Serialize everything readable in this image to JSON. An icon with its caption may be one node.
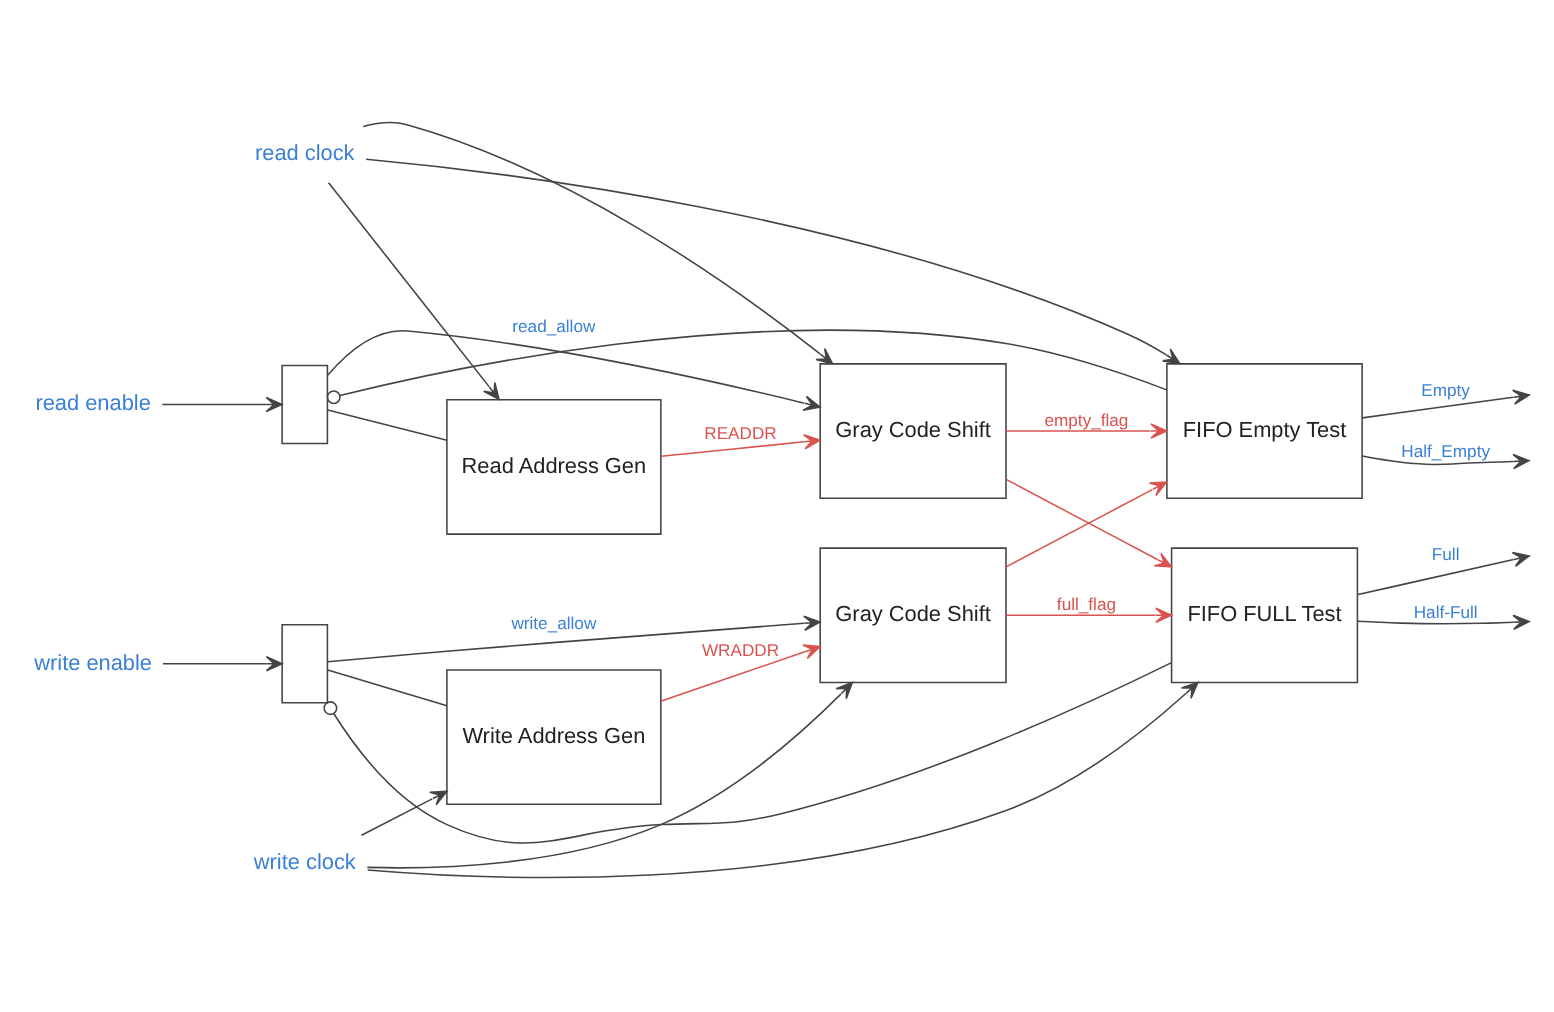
{
  "diagram": {
    "nodes": [
      {
        "text": [],
        "shape": "box"
      },
      {
        "text": [
          "Read Address Gen"
        ]
      },
      {
        "text": [
          "Gray Code Shift"
        ]
      },
      {
        "text": [
          "FIFO Empty Test"
        ]
      },
      {
        "text": [],
        "shape": "box"
      },
      {
        "text": [
          "Write Address Gen"
        ]
      },
      {
        "text": [
          "Gray Code Shift"
        ]
      },
      {
        "text": [
          "FIFO FULL Test"
        ]
      },
      {
        "text": [
          "read enable"
        ]
      },
      {
        "text": [
          "read clock"
        ]
      },
      {
        "text": [
          "write enable"
        ]
      },
      {
        "text": [
          "write clock"
        ]
      }
    ],
    "edges": [
      {
        "from": 8,
        "to": 0,
        "arrow": "to"
      },
      {
        "from": 0,
        "to": 1,
        "arrow": "none"
      },
      {
        "from": 0,
        "to": 2,
        "arrow": "to",
        "label": "read_allow"
      },
      {
        "from": 1,
        "to": 2,
        "arrow": "to",
        "label": "READDR",
        "color": "#d9534f"
      },
      {
        "from": 9,
        "to": 1,
        "arrow": "to"
      },
      {
        "from": 9,
        "to": 2,
        "arrow": "to"
      },
      {
        "from": 9,
        "to": 3,
        "arrow": "to"
      },
      {
        "from": 2,
        "to": 3,
        "arrow": "to",
        "label": "empty_flag",
        "color": "#d9534f"
      },
      {
        "from": 2,
        "to": 7,
        "arrow": "to",
        "color": "#d9534f"
      },
      {
        "from": 3,
        "to": null,
        "arrow": "to",
        "label": "Empty"
      },
      {
        "from": 3,
        "to": null,
        "arrow": "to",
        "label": "Half_Empty"
      },
      {
        "from": 3,
        "to": 0,
        "arrow": "other"
      },
      {
        "from": 10,
        "to": 4,
        "arrow": "to"
      },
      {
        "from": 4,
        "to": 5,
        "arrow": "none"
      },
      {
        "from": 4,
        "to": 6,
        "arrow": "to",
        "label": "write_allow"
      },
      {
        "from": 5,
        "to": 6,
        "arrow": "to",
        "label": "WRADDR",
        "color": "#d9534f"
      },
      {
        "from": 11,
        "to": 5,
        "arrow": "to"
      },
      {
        "from": 11,
        "to": 6,
        "arrow": "to"
      },
      {
        "from": 11,
        "to": 7,
        "arrow": "to"
      },
      {
        "from": 6,
        "to": 7,
        "arrow": "to",
        "label": "full_flag",
        "color": "#d9534f"
      },
      {
        "from": 6,
        "to": 3,
        "arrow": "to",
        "color": "#d9534f"
      },
      {
        "from": 7,
        "to": null,
        "arrow": "to",
        "label": "Full"
      },
      {
        "from": 7,
        "to": null,
        "arrow": "to",
        "label": "Half-Full"
      },
      {
        "from": 7,
        "to": 4,
        "arrow": "other"
      }
    ]
  }
}
